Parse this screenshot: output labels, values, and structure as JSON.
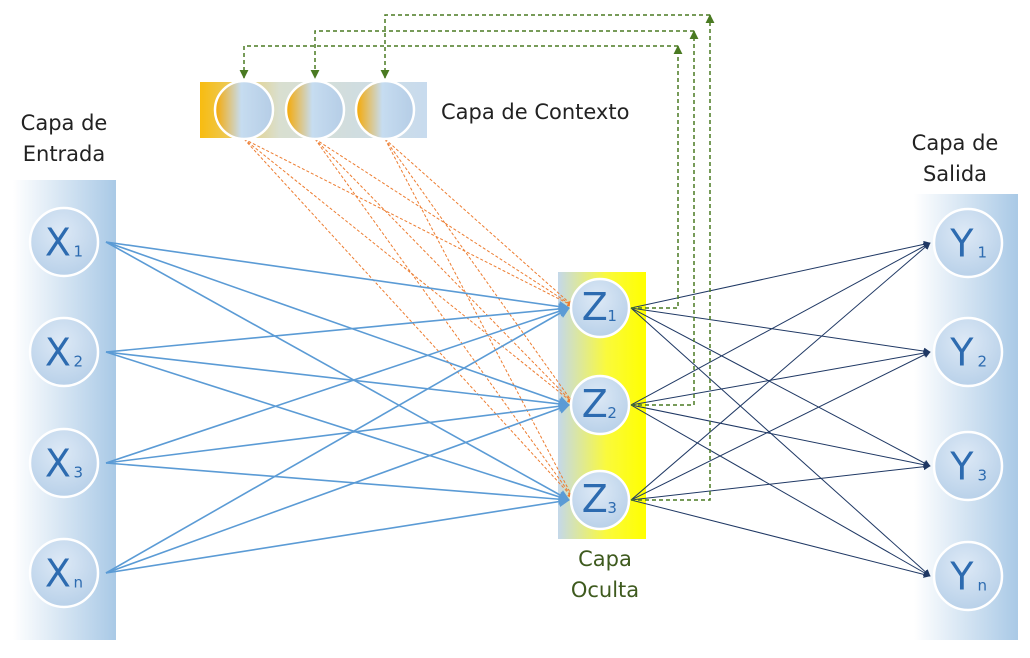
{
  "labels": {
    "input_line1": "Capa de",
    "input_line2": "Entrada",
    "context": "Capa de Contexto",
    "hidden_line1": "Capa",
    "hidden_line2": "Oculta",
    "output_line1": "Capa de",
    "output_line2": "Salida"
  },
  "nodes": {
    "input": [
      {
        "main": "X",
        "sub": "1"
      },
      {
        "main": "X",
        "sub": "2"
      },
      {
        "main": "X",
        "sub": "3"
      },
      {
        "main": "X",
        "sub": "n"
      }
    ],
    "hidden": [
      {
        "main": "Z",
        "sub": "1"
      },
      {
        "main": "Z",
        "sub": "2"
      },
      {
        "main": "Z",
        "sub": "3"
      }
    ],
    "output": [
      {
        "main": "Y",
        "sub": "1"
      },
      {
        "main": "Y",
        "sub": "2"
      },
      {
        "main": "Y",
        "sub": "3"
      },
      {
        "main": "Y",
        "sub": "n"
      }
    ],
    "context_count": 3
  },
  "colors": {
    "input_to_hidden": "#5b9bd5",
    "context_to_hidden": "#ed7d31",
    "hidden_to_output": "#1f3864",
    "feedback": "#4a7a22",
    "node_fill": "#c9dcf0",
    "node_text": "#2d6bb0",
    "hidden_band": "#ffff00",
    "context_band": "#f5b800"
  }
}
